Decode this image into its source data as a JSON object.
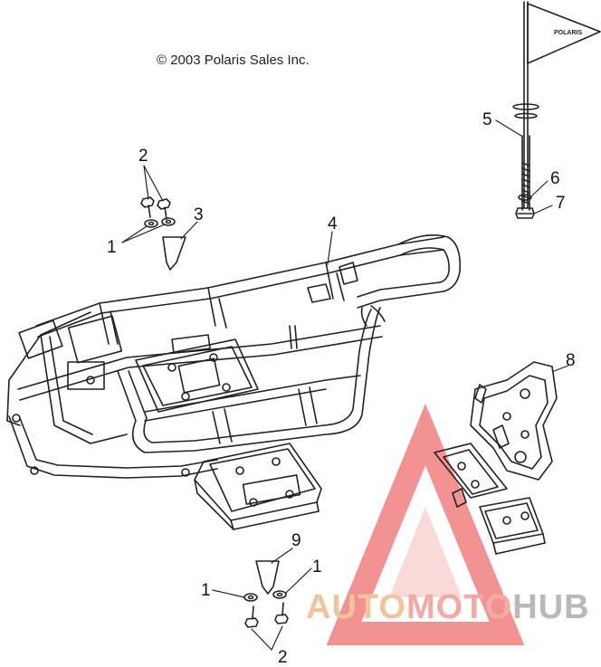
{
  "copyright": "© 2003 Polaris Sales Inc.",
  "flag_text": "POLARIS",
  "callouts": {
    "c2_top": "2",
    "c3": "3",
    "c1_top": "1",
    "c4": "4",
    "c5": "5",
    "c6": "6",
    "c7": "7",
    "c8": "8",
    "c9": "9",
    "c1_bl": "1",
    "c1_br": "1",
    "c2_bot": "2"
  },
  "watermark": {
    "part1": "AUTO",
    "part2": "MOTO",
    "part3": "HUB"
  },
  "colors": {
    "line": "#222222",
    "watermark_triangle": "#e83a3a",
    "watermark_gray": "#b9b9b9"
  }
}
